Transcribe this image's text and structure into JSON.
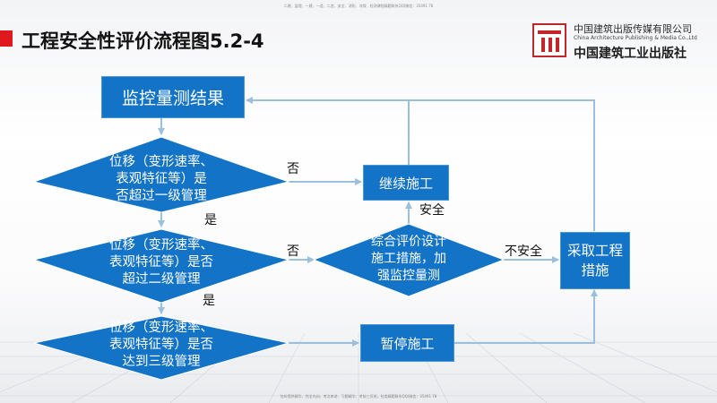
{
  "header": {
    "top_note": "二建、监理、一建、一造、二造、安全、消防、非保、检测课程精题联系QQ/微信：35491 78",
    "title": "工程安全性评价流程图5.2-4",
    "bottom_note": "包听提供精华，完全内训、考点串讲、习题精华、考前三页纸，些类精题联系QQ/微信：35491 78"
  },
  "logo": {
    "name_cn": "中国建筑出版传媒有限公司",
    "name_en": "China Architecture Publishing & Media Co.,Ltd",
    "name_calligraphy": "中国建筑工业出版社"
  },
  "nodes": {
    "monitor_result": "监控量测结果",
    "decision1": [
      "位移（变形速率、",
      "表观特征等）是",
      "否超过一级管理"
    ],
    "decision2": [
      "位移（变形速率、",
      "表观特征等）是否",
      "超过二级管理"
    ],
    "decision3": [
      "位移（变形速率、",
      "表观特征等）是否",
      "达到三级管理"
    ],
    "continue": "继续施工",
    "evaluate": [
      "综合评价设计",
      "施工措施，加",
      "强监控量测"
    ],
    "pause": "暂停施工",
    "measures": [
      "采取工程",
      "措施"
    ]
  },
  "labels": {
    "no1": "否",
    "yes1": "是",
    "no2": "否",
    "yes2": "是",
    "safe": "安全",
    "unsafe": "不安全"
  },
  "colors": {
    "shape": "#1273c7",
    "connector": "#9bc0dd",
    "accent": "#e0191e"
  }
}
